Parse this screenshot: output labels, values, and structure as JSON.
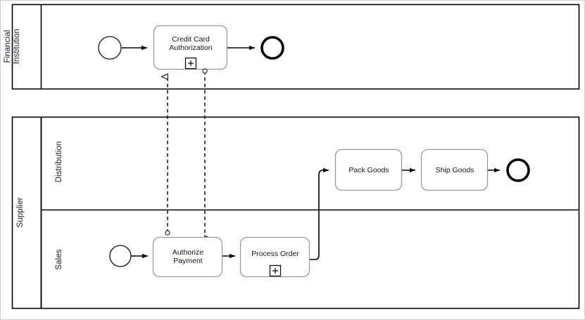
{
  "diagram": {
    "type": "bpmn-collaboration",
    "background_color": "#ffffff",
    "line_color": "#000000",
    "task_border_color": "#9a9a9a",
    "text_color": "#14141f"
  },
  "pools": [
    {
      "id": "financial-institution",
      "label": "Financial\nInstitution",
      "lanes": []
    },
    {
      "id": "supplier",
      "label": "Supplier",
      "lanes": [
        {
          "id": "distribution",
          "label": "Distribution"
        },
        {
          "id": "sales",
          "label": "Sales"
        }
      ]
    }
  ],
  "tasks": [
    {
      "id": "credit-card-authorization",
      "label": "Credit Card\nAuthorization",
      "pool": "financial-institution",
      "marker": "+",
      "marker_type": "sub-process-expand"
    },
    {
      "id": "authorize-payment",
      "label": "Authorize\nPayment",
      "pool": "supplier",
      "lane": "sales",
      "marker": null
    },
    {
      "id": "process-order",
      "label": "Process Order",
      "pool": "supplier",
      "lane": "sales",
      "marker": "+",
      "marker_type": "sub-process-expand"
    },
    {
      "id": "pack-goods",
      "label": "Pack Goods",
      "pool": "supplier",
      "lane": "distribution",
      "marker": null
    },
    {
      "id": "ship-goods",
      "label": "Ship Goods",
      "pool": "supplier",
      "lane": "distribution",
      "marker": null
    }
  ],
  "events": [
    {
      "id": "start-financial",
      "kind": "start",
      "pool": "financial-institution"
    },
    {
      "id": "end-financial",
      "kind": "end",
      "pool": "financial-institution"
    },
    {
      "id": "start-sales",
      "kind": "start",
      "pool": "supplier",
      "lane": "sales"
    },
    {
      "id": "end-distribution",
      "kind": "end",
      "pool": "supplier",
      "lane": "distribution"
    }
  ],
  "sequence_flows": [
    {
      "from": "start-financial",
      "to": "credit-card-authorization"
    },
    {
      "from": "credit-card-authorization",
      "to": "end-financial"
    },
    {
      "from": "start-sales",
      "to": "authorize-payment"
    },
    {
      "from": "authorize-payment",
      "to": "process-order"
    },
    {
      "from": "process-order",
      "to": "pack-goods"
    },
    {
      "from": "pack-goods",
      "to": "ship-goods"
    },
    {
      "from": "ship-goods",
      "to": "end-distribution"
    }
  ],
  "message_flows": [
    {
      "from": "authorize-payment",
      "to": "credit-card-authorization",
      "style": "dashed"
    },
    {
      "from": "credit-card-authorization",
      "to": "authorize-payment",
      "style": "dashed"
    }
  ]
}
